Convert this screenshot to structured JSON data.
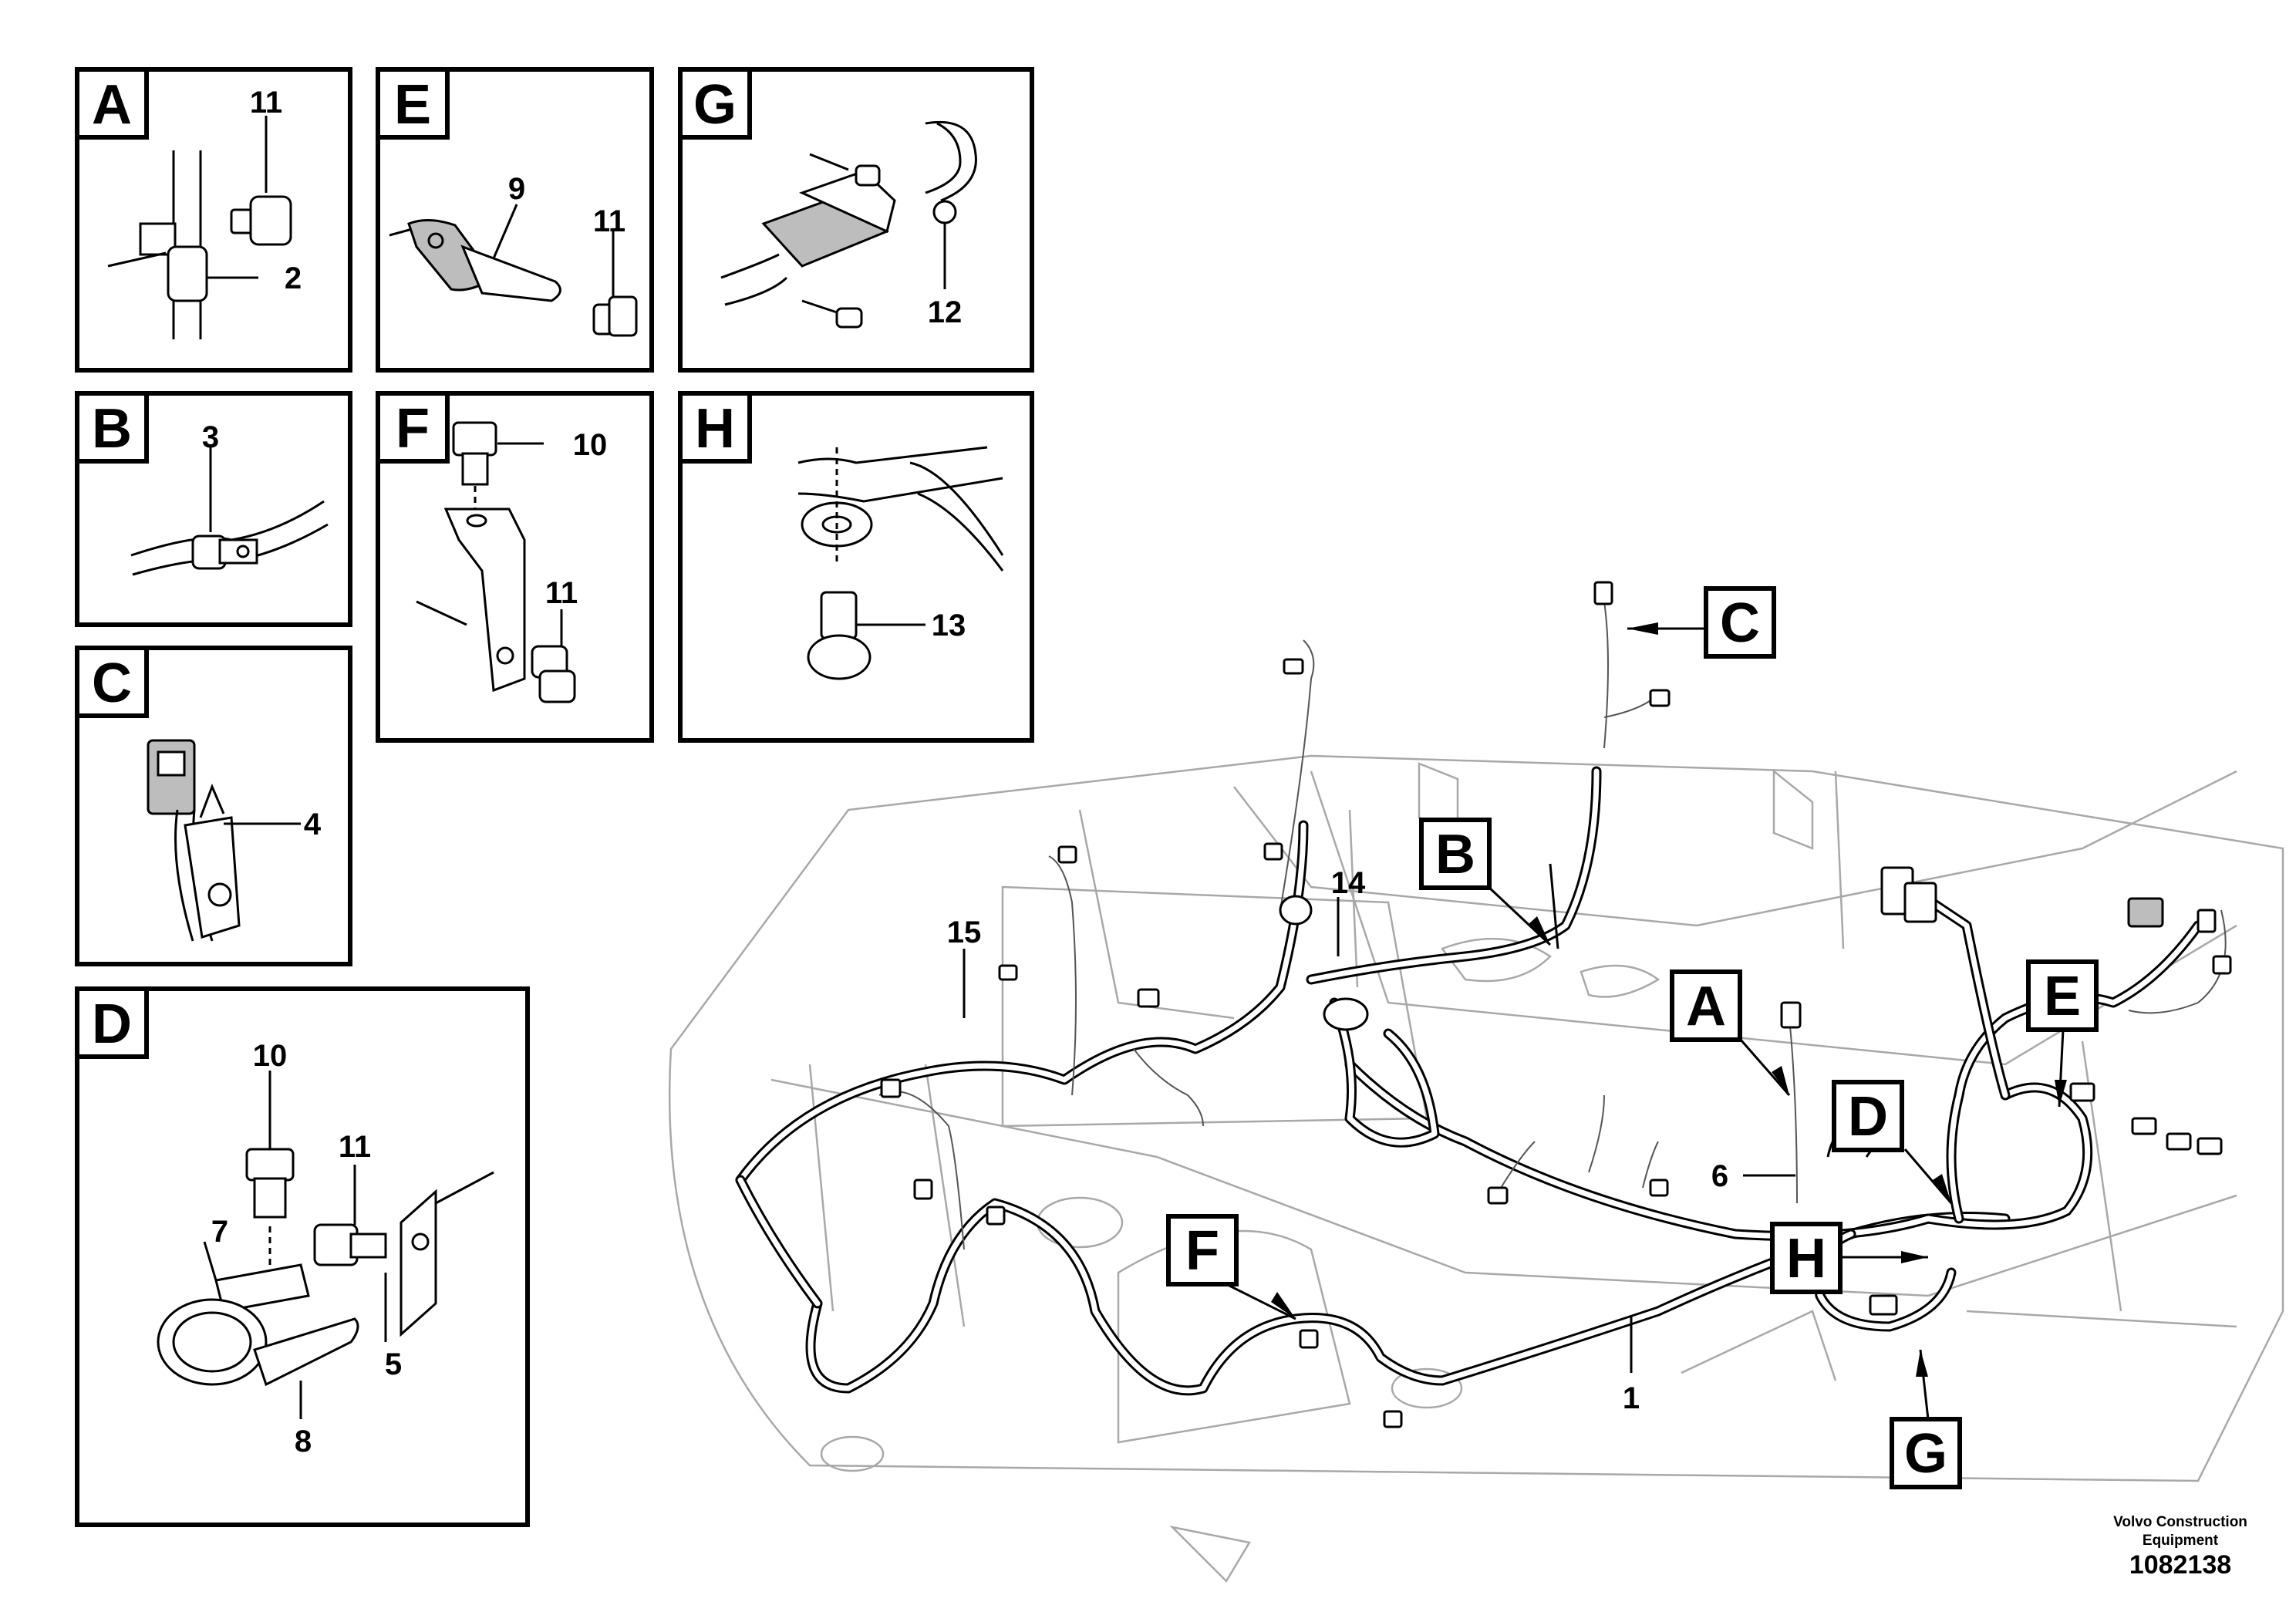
{
  "detail_panels": [
    {
      "id": "A",
      "label": "A",
      "callouts": [
        "11",
        "2"
      ]
    },
    {
      "id": "B",
      "label": "B",
      "callouts": [
        "3"
      ]
    },
    {
      "id": "C",
      "label": "C",
      "callouts": [
        "4"
      ]
    },
    {
      "id": "D",
      "label": "D",
      "callouts": [
        "10",
        "11",
        "7",
        "5",
        "8"
      ]
    },
    {
      "id": "E",
      "label": "E",
      "callouts": [
        "9",
        "11"
      ]
    },
    {
      "id": "F",
      "label": "F",
      "callouts": [
        "10",
        "11"
      ]
    },
    {
      "id": "G",
      "label": "G",
      "callouts": [
        "12"
      ]
    },
    {
      "id": "H",
      "label": "H",
      "callouts": [
        "13"
      ]
    }
  ],
  "main_callouts": {
    "letters": [
      "C",
      "B",
      "A",
      "E",
      "D",
      "H",
      "F",
      "G"
    ],
    "numbers": [
      "15",
      "14",
      "6",
      "1"
    ]
  },
  "footer": {
    "company": "Volvo Construction Equipment",
    "code": "1082138"
  }
}
